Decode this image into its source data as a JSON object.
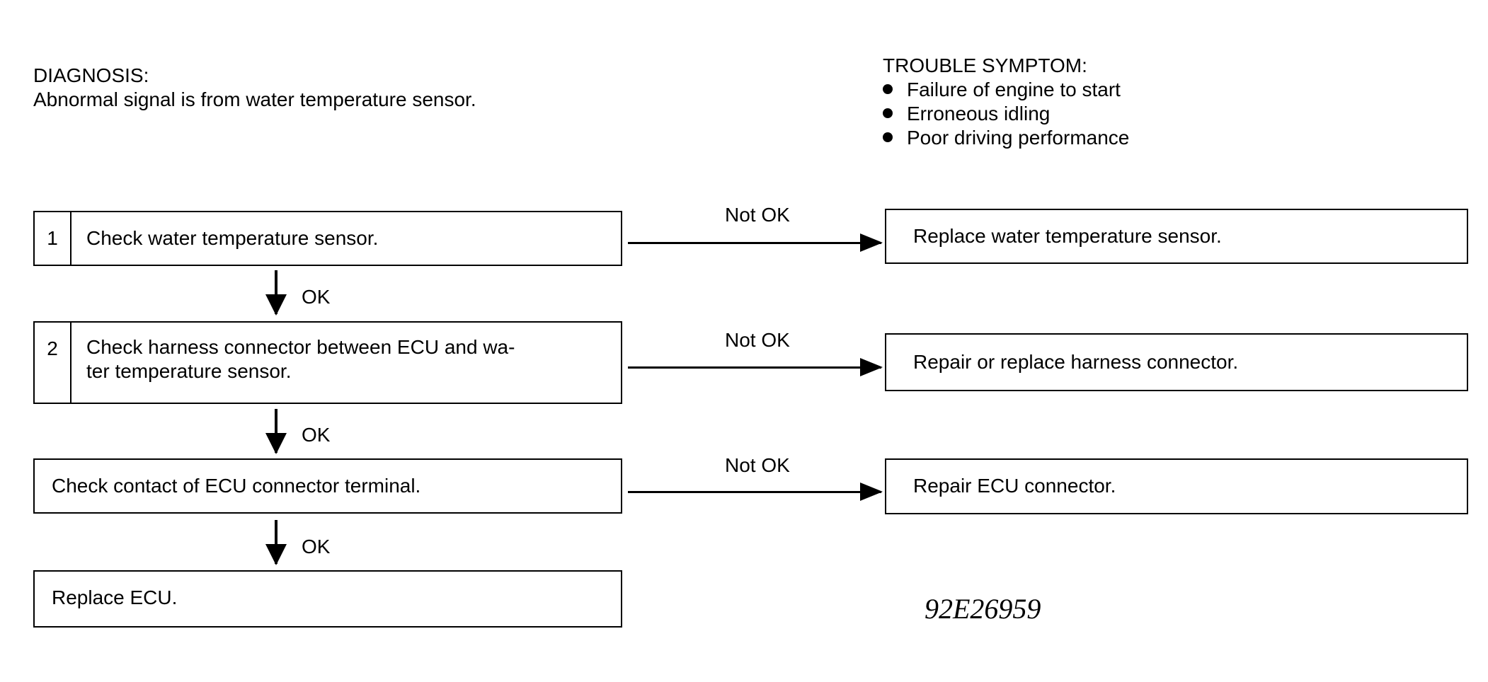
{
  "diagnosis": {
    "heading": "DIAGNOSIS:",
    "text": "Abnormal signal is from water temperature sensor."
  },
  "trouble_symptom": {
    "heading": "TROUBLE SYMPTOM:",
    "items": [
      "Failure of engine to start",
      "Erroneous idling",
      "Poor driving performance"
    ]
  },
  "steps": [
    {
      "number": "1",
      "lines": [
        "Check water temperature sensor."
      ]
    },
    {
      "number": "2",
      "lines": [
        "Check harness connector between ECU and wa-",
        "ter temperature sensor."
      ]
    },
    {
      "number": "",
      "lines": [
        "Check contact of ECU connector terminal."
      ]
    },
    {
      "number": "",
      "lines": [
        "Replace ECU."
      ]
    }
  ],
  "remedies": [
    "Replace water temperature sensor.",
    "Repair or replace harness connector.",
    "Repair ECU connector."
  ],
  "labels": {
    "not_ok": "Not OK",
    "ok": "OK"
  },
  "figure_id": "92E26959"
}
